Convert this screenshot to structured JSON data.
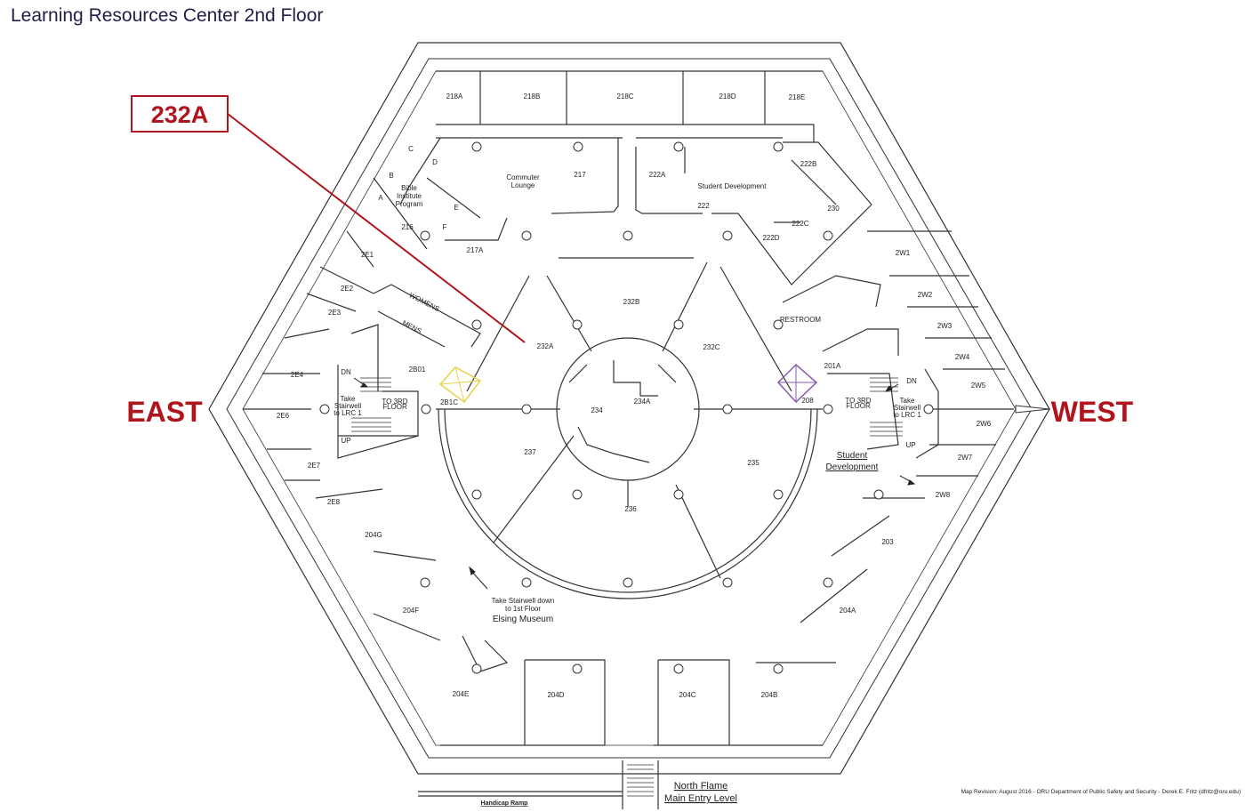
{
  "title": "Learning Resources Center 2nd Floor",
  "highlight": {
    "label": "232A",
    "color": "#b0141c"
  },
  "compass": {
    "east": "EAST",
    "west": "WEST"
  },
  "rooms": {
    "r218A": "218A",
    "r218B": "218B",
    "r218C": "218C",
    "r218D": "218D",
    "r218E": "218E",
    "r217": "217",
    "r217A": "217A",
    "r216": "216",
    "commuter": "Commuter\nLounge",
    "bible": "Bible\nInstitute\nProgram",
    "A": "A",
    "B": "B",
    "C": "C",
    "D": "D",
    "E": "E",
    "F": "F",
    "r222": "222",
    "r222A": "222A",
    "r222B": "222B",
    "r222C": "222C",
    "r222D": "222D",
    "studentDevTop": "Student Development",
    "r230": "230",
    "r2W1": "2W1",
    "r2W2": "2W2",
    "r2W3": "2W3",
    "r2W4": "2W4",
    "r2W5": "2W5",
    "r2W6": "2W6",
    "r2W7": "2W7",
    "r2W8": "2W8",
    "r2E1": "2E1",
    "r2E2": "2E2",
    "r2E3": "2E3",
    "r2E4": "2E4",
    "r2E6": "2E6",
    "r2E7": "2E7",
    "r2E8": "2E8",
    "womens": "WOMENS",
    "mens": "MENS",
    "restroom": "RESTROOM",
    "r2B01": "2B01",
    "r2B1C": "2B1C",
    "r201A": "201A",
    "r208": "208",
    "r232A": "232A",
    "r232B": "232B",
    "r232C": "232C",
    "r234": "234",
    "r234A": "234A",
    "r235": "235",
    "r236": "236",
    "r237": "237",
    "r203": "203",
    "r204A": "204A",
    "r204B": "204B",
    "r204C": "204C",
    "r204D": "204D",
    "r204E": "204E",
    "r204F": "204F",
    "r204G": "204G",
    "dn": "DN",
    "up": "UP",
    "takeStair": "Take\nStairwell\nto LRC 1",
    "toThird": "TO 3RD\nFLOOR",
    "studentDevelopment": "Student\nDevelopment",
    "stairDown": "Take Stairwell down\nto 1st Floor",
    "elsing": "Elsing Museum"
  },
  "footer": {
    "northFlame": "North Flame",
    "mainEntry": "Main Entry Level",
    "handicap": "Handicap Ramp",
    "revision": "Map Revision: August 2016 - ORU Department of Public Safety and Security - Derek E. Fritz (dfritz@oru.edu)"
  }
}
